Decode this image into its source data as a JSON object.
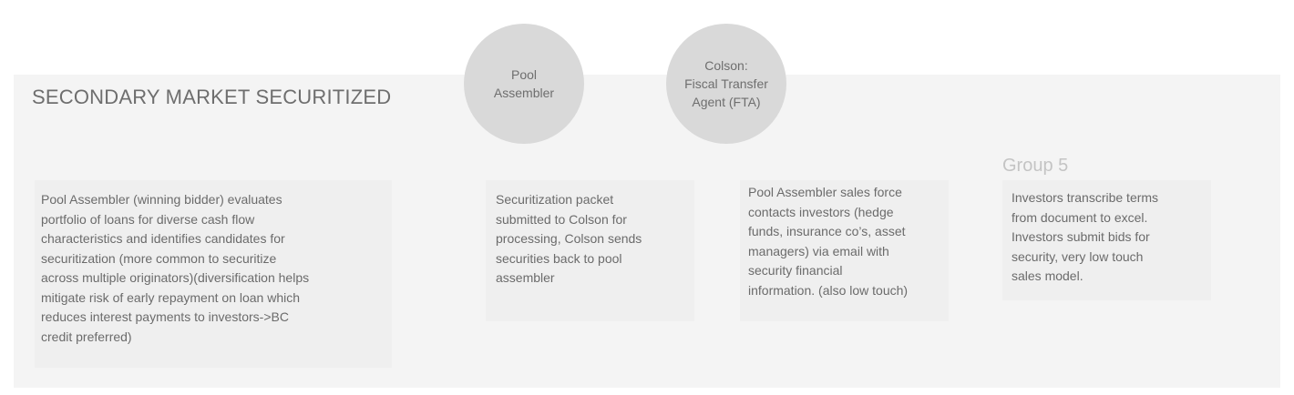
{
  "title": "SECONDARY MARKET SECURITIZED",
  "actors": [
    {
      "lines": [
        "Pool",
        "Assembler"
      ]
    },
    {
      "lines": [
        "Colson:",
        "Fiscal Transfer",
        "Agent (FTA)"
      ]
    }
  ],
  "group_label": "Group 5",
  "steps": [
    {
      "lines": [
        "Pool Assembler (winning bidder) evaluates",
        "portfolio of loans for diverse cash flow",
        "characteristics and identifies candidates for",
        "securitization (more common to securitize",
        "across multiple originators)(diversification helps",
        "mitigate risk of early repayment on loan which",
        "reduces interest payments to investors->BC",
        "credit preferred)"
      ]
    },
    {
      "lines": [
        "Securitization packet",
        "submitted to Colson for",
        "processing, Colson sends",
        "securities back to pool",
        "assembler"
      ]
    },
    {
      "lines": [
        "Pool Assembler sales force",
        "contacts investors (hedge",
        "funds, insurance co’s, asset",
        "managers) via email with",
        "security financial",
        "information. (also low touch)"
      ]
    },
    {
      "lines": [
        "Investors transcribe terms",
        "from document to excel.",
        "Investors submit bids for",
        "security, very low touch",
        "sales model."
      ]
    }
  ]
}
